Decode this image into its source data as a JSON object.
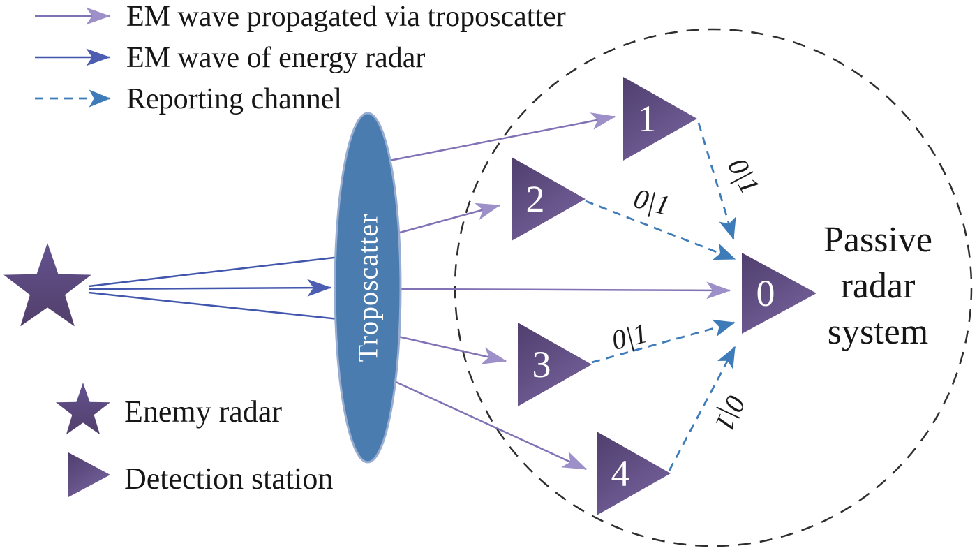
{
  "legend_top": {
    "items": [
      {
        "label": "EM wave propagated via troposcatter",
        "line_style": "solid",
        "color": "#8172B5"
      },
      {
        "label": "EM wave of energy radar",
        "line_style": "solid",
        "color": "#4156AC"
      },
      {
        "label": "Reporting channel",
        "line_style": "dashed",
        "color": "#3E7CB9"
      }
    ]
  },
  "diagram": {
    "troposcatter_label": "Troposcatter",
    "stations": [
      {
        "id": "0"
      },
      {
        "id": "1"
      },
      {
        "id": "2"
      },
      {
        "id": "3"
      },
      {
        "id": "4"
      }
    ],
    "reporting_links": [
      {
        "from": "1",
        "to": "0",
        "label": "0|1"
      },
      {
        "from": "2",
        "to": "0",
        "label": "0|1"
      },
      {
        "from": "3",
        "to": "0",
        "label": "0|1"
      },
      {
        "from": "4",
        "to": "0",
        "label": "0|1"
      }
    ],
    "passive_radar_lines": [
      "Passive",
      "radar",
      "system"
    ]
  },
  "legend_bottom": {
    "items": [
      {
        "symbol": "star",
        "label": "Enemy radar"
      },
      {
        "symbol": "triangle",
        "label": "Detection station"
      }
    ]
  },
  "colors": {
    "troposcatter_wave": "#8172B5",
    "troposcatter_wave_arrowhead": "#9D8FC8",
    "energy_radar_wave": "#4156AC",
    "energy_radar_arrowhead": "#4C5DB2",
    "reporting_channel": "#3E7CB9",
    "station_gradient_dark": "#4F3E6D",
    "station_gradient_light": "#74619B",
    "star_gradient_top": "#63528F",
    "star_gradient_bottom": "#523F6B",
    "troposcatter_ellipse_fill": "#4A7CAF",
    "troposcatter_ellipse_border": "#99ADD1",
    "system_boundary": "#2e2e2e",
    "text": "#161616"
  }
}
